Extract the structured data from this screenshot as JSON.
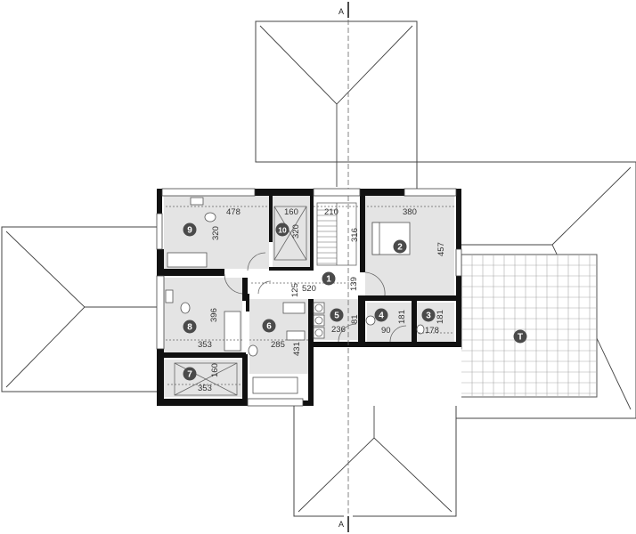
{
  "section_marks": {
    "top": "A",
    "bottom": "A"
  },
  "rooms": [
    {
      "id": "9",
      "label": "9"
    },
    {
      "id": "10",
      "label": "10"
    },
    {
      "id": "1",
      "label": "1"
    },
    {
      "id": "2",
      "label": "2"
    },
    {
      "id": "8",
      "label": "8"
    },
    {
      "id": "6",
      "label": "6"
    },
    {
      "id": "5",
      "label": "5"
    },
    {
      "id": "4",
      "label": "4"
    },
    {
      "id": "3",
      "label": "3"
    },
    {
      "id": "7",
      "label": "7"
    },
    {
      "id": "T",
      "label": "T"
    }
  ],
  "dimensions": {
    "d478": "478",
    "d320a": "320",
    "d160a": "160",
    "d320b": "320",
    "d210": "210",
    "d316": "316",
    "d380": "380",
    "d457": "457",
    "d125": "125",
    "d520": "520",
    "d139": "139",
    "d396": "396",
    "d353a": "353",
    "d285": "285",
    "d431": "431",
    "d236": "236",
    "d81": "81",
    "d181a": "181",
    "d90": "90",
    "d181b": "181",
    "d178": "178",
    "d160b": "160",
    "d353b": "353"
  },
  "colors": {
    "wall": "#111111",
    "room_fill": "#e4e4e4",
    "badge": "#4a4a4a",
    "terrace_grid": "#aaaaaa"
  }
}
